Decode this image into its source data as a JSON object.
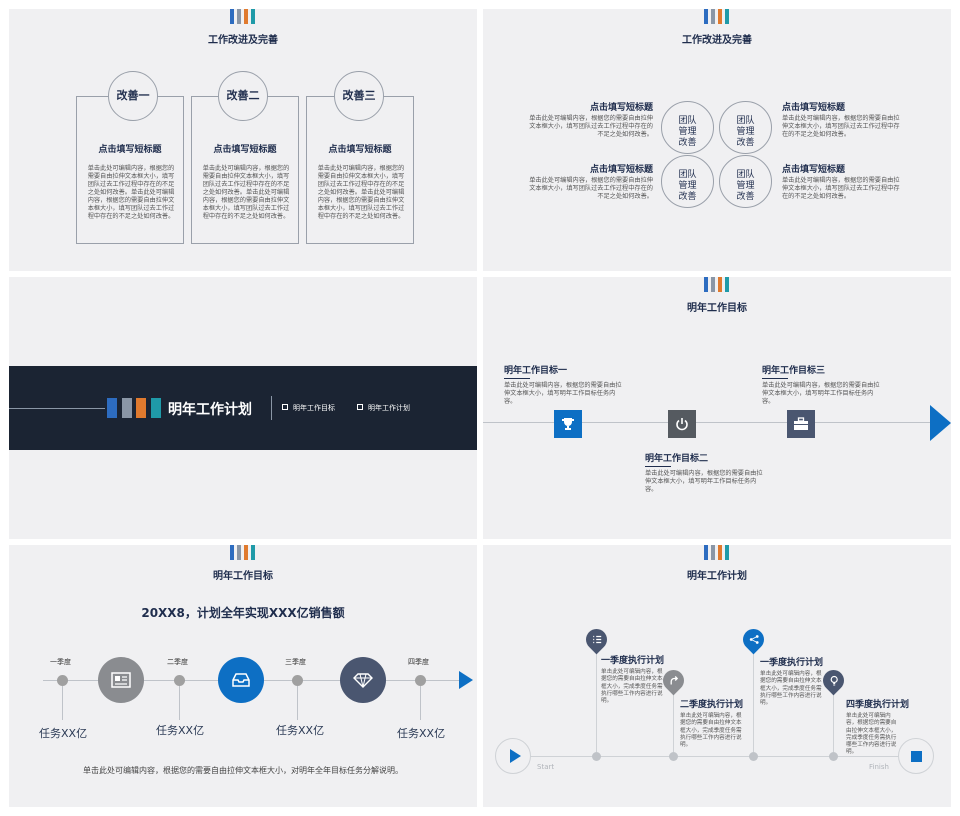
{
  "colors": {
    "navy": "#1f2d4d",
    "blue": "#0d6fc4",
    "gray_icon": "#555a60",
    "slate": "#4a5670",
    "logo_bars": [
      "#2d6cc0",
      "#8a96a6",
      "#e07a2e",
      "#1f9aa8"
    ],
    "band_bg": "#1b2433"
  },
  "slide1": {
    "title": "工作改进及完善",
    "cards": [
      {
        "badge": "改善一",
        "heading": "点击填写短标题",
        "text": "单击此处可编辑内容，根据您的需要自由拉伸文本框大小，填写团队过去工作过程中存在的不足之处如何改善。单击此处可编辑内容，根据您的需要自由拉伸文本框大小，填写团队过去工作过程中存在的不足之处如何改善。"
      },
      {
        "badge": "改善二",
        "heading": "点击填写短标题",
        "text": "单击此处可编辑内容，根据您的需要自由拉伸文本框大小，填写团队过去工作过程中存在的不足之处如何改善。单击此处可编辑内容，根据您的需要自由拉伸文本框大小，填写团队过去工作过程中存在的不足之处如何改善。"
      },
      {
        "badge": "改善三",
        "heading": "点击填写短标题",
        "text": "单击此处可编辑内容，根据您的需要自由拉伸文本框大小，填写团队过去工作过程中存在的不足之处如何改善。单击此处可编辑内容，根据您的需要自由拉伸文本框大小，填写团队过去工作过程中存在的不足之处如何改善。"
      }
    ]
  },
  "slide2": {
    "title": "工作改进及完善",
    "circle_label": "团队管理改善",
    "items": [
      {
        "heading": "点击填写短标题",
        "text": "单击此处可编辑内容，根据您的需要自由拉伸文本框大小，填写团队过去工作过程中存在的不足之处如何改善。"
      },
      {
        "heading": "点击填写短标题",
        "text": "单击此处可编辑内容，根据您的需要自由拉伸文本框大小，填写团队过去工作过程中存在的不足之处如何改善。"
      },
      {
        "heading": "点击填写短标题",
        "text": "单击此处可编辑内容，根据您的需要自由拉伸文本框大小，填写团队过去工作过程中存在的不足之处如何改善。"
      },
      {
        "heading": "点击填写短标题",
        "text": "单击此处可编辑内容，根据您的需要自由拉伸文本框大小，填写团队过去工作过程中存在的不足之处如何改善。"
      }
    ]
  },
  "slide3": {
    "title": "明年工作计划",
    "links": [
      "明年工作目标",
      "明年工作计划"
    ]
  },
  "slide4": {
    "title": "明年工作目标",
    "goals": [
      {
        "heading": "明年工作目标一",
        "text": "单击此处可编辑内容，根据您的需要自由拉伸文本框大小，填写明年工作目标任务内容。",
        "icon": "trophy-icon"
      },
      {
        "heading": "明年工作目标二",
        "text": "单击此处可编辑内容，根据您的需要自由拉伸文本框大小，填写明年工作目标任务内容。",
        "icon": "power-icon"
      },
      {
        "heading": "明年工作目标三",
        "text": "单击此处可编辑内容，根据您的需要自由拉伸文本框大小，填写明年工作目标任务内容。",
        "icon": "briefcase-icon"
      }
    ]
  },
  "slide5": {
    "title": "明年工作目标",
    "headline": "20XX8，计划全年实现XXX亿销售额",
    "quarters": [
      {
        "label": "一季度",
        "task": "任务XX亿"
      },
      {
        "label": "二季度",
        "task": "任务XX亿"
      },
      {
        "label": "三季度",
        "task": "任务XX亿"
      },
      {
        "label": "四季度",
        "task": "任务XX亿"
      }
    ],
    "icons": [
      "newspaper-icon",
      "inbox-icon",
      "diamond-icon"
    ],
    "footer": "单击此处可编辑内容，根据您的需要自由拉伸文本框大小，对明年全年目标任务分解说明。"
  },
  "slide6": {
    "title": "明年工作计划",
    "start": "Start",
    "finish": "Finish",
    "steps": [
      {
        "heading": "一季度执行计划",
        "text": "单击此处可编辑内容，根据您的需要自由拉伸文本框大小，完成季度任务需执行哪些工作内容进行说明。",
        "icon": "list-icon"
      },
      {
        "heading": "二季度执行计划",
        "text": "单击此处可编辑内容，根据您的需要自由拉伸文本框大小，完成季度任务需执行哪些工作内容进行说明。",
        "icon": "share-arrow-icon"
      },
      {
        "heading": "一季度执行计划",
        "text": "单击此处可编辑内容，根据您的需要自由拉伸文本框大小，完成季度任务需执行哪些工作内容进行说明。",
        "icon": "share-icon"
      },
      {
        "heading": "四季度执行计划",
        "text": "单击此处可编辑内容，根据您的需要自由拉伸文本框大小，完成季度任务需执行哪些工作内容进行说明。",
        "icon": "lightbulb-icon"
      }
    ]
  }
}
